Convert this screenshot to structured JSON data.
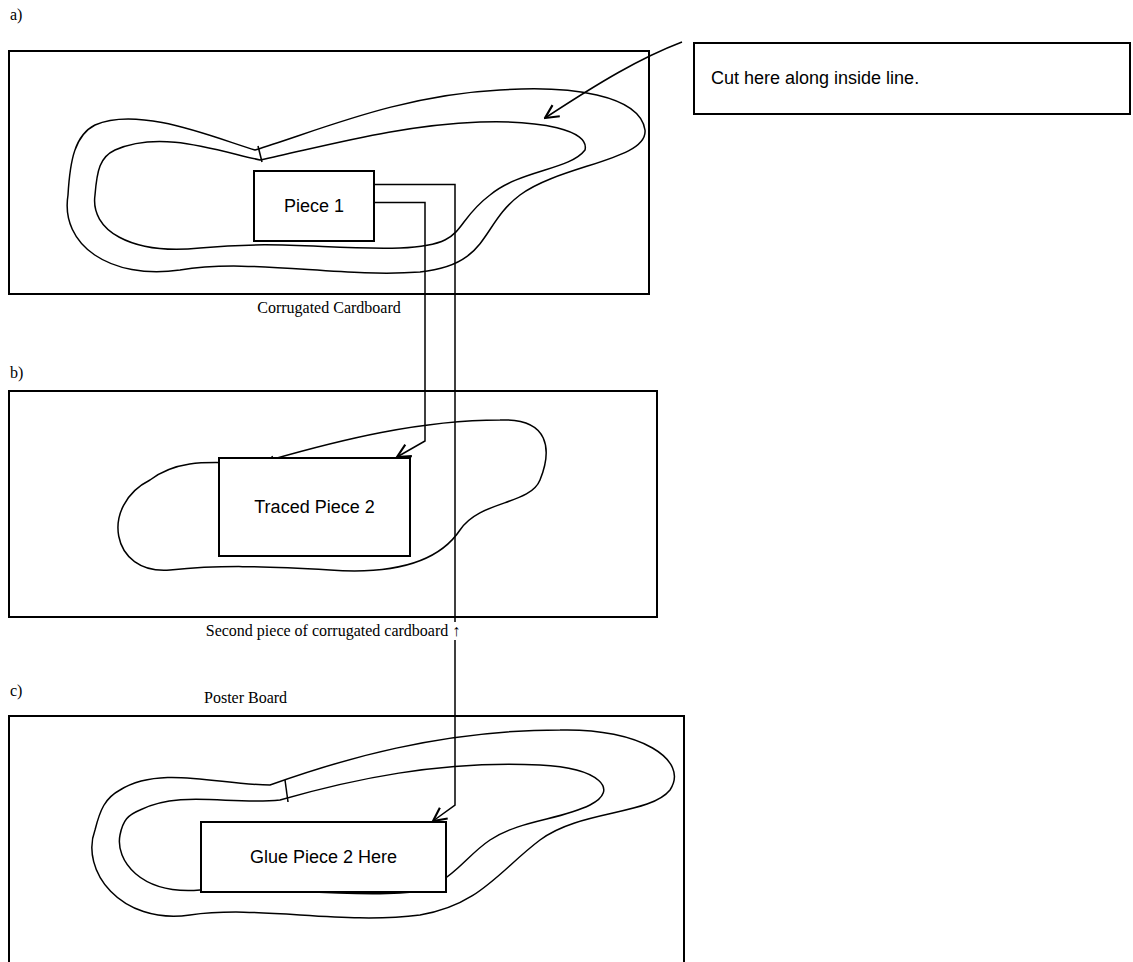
{
  "diagram": {
    "nodes": [
      {
        "text": [
          "Corrugated Cardboard"
        ]
      },
      {
        "text": [
          "Piece 1"
        ],
        "in": 0
      },
      {
        "text": [
          "Cut here along inside line."
        ]
      },
      {
        "text": [
          "Second piece of corrugated cardboard ↑"
        ]
      },
      {
        "text": [
          "Traced Piece 2"
        ],
        "in": 3
      },
      {
        "text": [
          "Poster Board"
        ]
      },
      {
        "text": [
          "Glue Piece 2 Here"
        ],
        "in": 5
      }
    ],
    "edges": [
      {
        "from": 1,
        "to": 4,
        "arrow": "to"
      },
      {
        "from": 1,
        "to": 6,
        "arrow": "to"
      }
    ],
    "labels": [
      "a)",
      "b)",
      "c)"
    ]
  }
}
